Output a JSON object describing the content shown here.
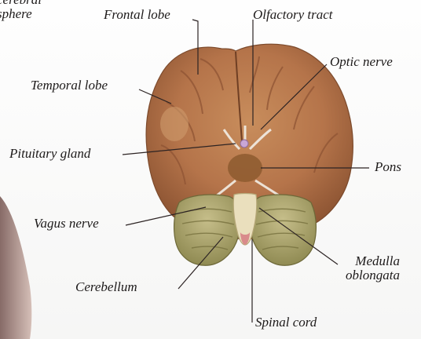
{
  "corner_text": [
    "cerebral",
    "sphere"
  ],
  "labels": {
    "frontal_lobe": "Frontal lobe",
    "olfactory_tract": "Olfactory tract",
    "optic_nerve": "Optic nerve",
    "temporal_lobe": "Temporal lobe",
    "pituitary_gland": "Pituitary gland",
    "pons": "Pons",
    "vagus_nerve": "Vagus nerve",
    "medulla_line1": "Medulla",
    "medulla_line2": "oblongata",
    "cerebellum": "Cerebellum",
    "spinal_cord": "Spinal cord"
  }
}
